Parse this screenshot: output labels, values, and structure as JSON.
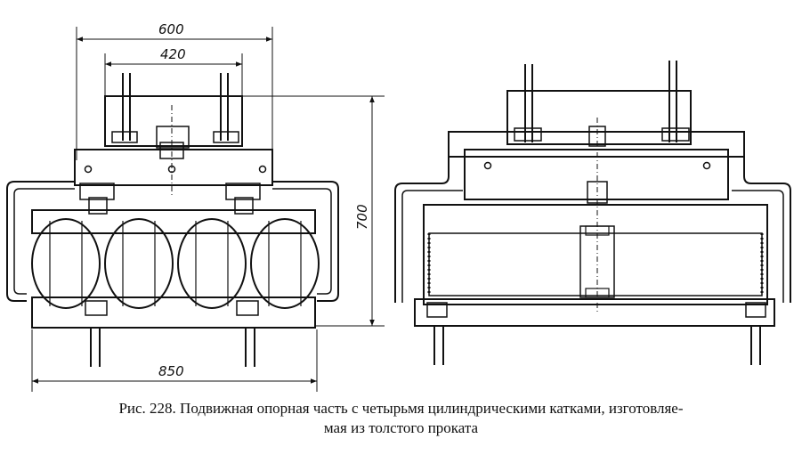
{
  "dimensions": {
    "overall_width": "600",
    "inner_width": "420",
    "height": "700",
    "base_length": "850"
  },
  "caption": {
    "line1": "Рис. 228. Подвижная опорная часть с четырьмя цилиндрическими катками, изготовляе-",
    "line2": "мая из толстого проката"
  }
}
